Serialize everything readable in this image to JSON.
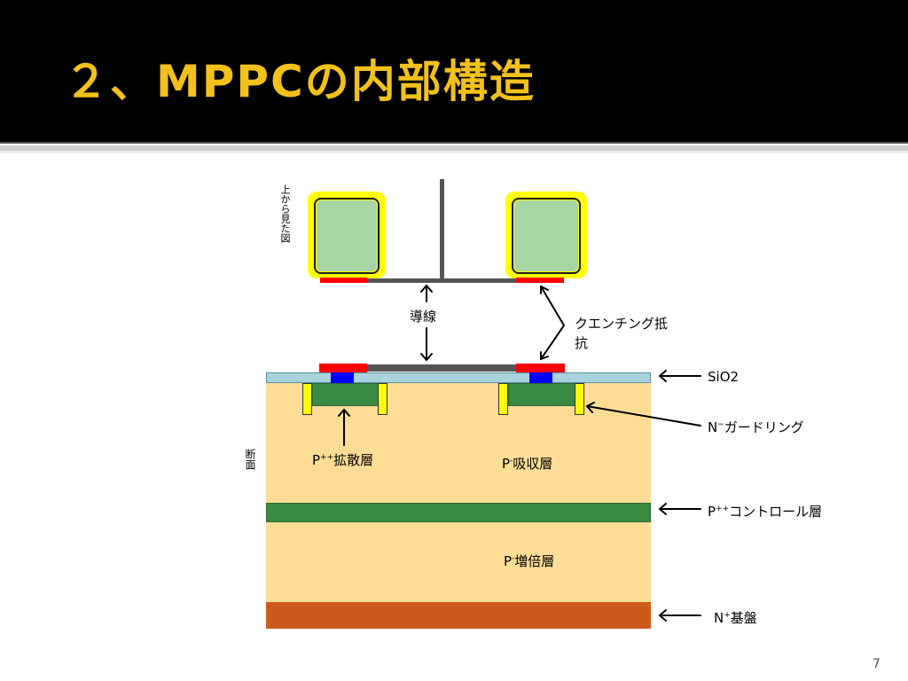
{
  "slide": {
    "title": "２、MPPCの内部構造",
    "page_number": "7"
  },
  "top_view": {
    "label": "上から見た図",
    "conductor_label": "導線",
    "quench_label_line1": "クエンチング抵",
    "quench_label_line2": "抗"
  },
  "cross_section": {
    "label": "断面",
    "sio2": "SiO2",
    "n_guard_prefix": "N",
    "n_guard_sup": "−",
    "n_guard_rest": "ガードリング",
    "p_diff_prefix": "P",
    "p_diff_sup": "++",
    "p_diff_rest": "拡散層",
    "p_abs_prefix": "P",
    "p_abs_sup": "-",
    "p_abs_rest": "吸収層",
    "p_ctrl_prefix": "P",
    "p_ctrl_sup": "++",
    "p_ctrl_rest": "コントロール層",
    "p_mult_prefix": "P",
    "p_mult_sup": "-",
    "p_mult_rest": "増倍層",
    "n_sub_prefix": "N",
    "n_sub_sup": "+",
    "n_sub_rest": "基盤"
  },
  "colors": {
    "title": "#f2c11b",
    "pixel_fill": "#a8d5a4",
    "pixel_border": "#ffff00",
    "quench_resistor": "#ff0000",
    "contact": "#0000ff",
    "sio2": "#a9d3df",
    "absorption_layer": "#fddd95",
    "p_plus_plus": "#3a8a44",
    "substrate": "#cc5a1a"
  }
}
